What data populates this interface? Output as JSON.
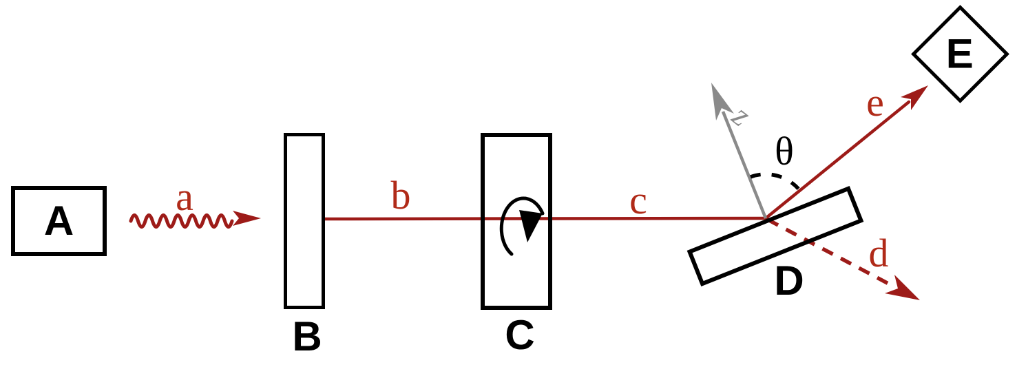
{
  "colors": {
    "beam_red": "#9d1b18",
    "ray_label_red": "#b02a18",
    "outline_black": "#000000",
    "normal_gray": "#8a8a8a",
    "background": "#ffffff"
  },
  "components": {
    "source": {
      "label": "A"
    },
    "plate": {
      "label": "B"
    },
    "rotator": {
      "label": "C"
    },
    "tilted_plate": {
      "label": "D"
    },
    "detector": {
      "label": "E"
    }
  },
  "rays": {
    "incident_wave": {
      "label": "a"
    },
    "beam_after_b": {
      "label": "b"
    },
    "beam_after_c": {
      "label": "c"
    },
    "transmitted": {
      "label": "d"
    },
    "reflected": {
      "label": "e"
    }
  },
  "annotations": {
    "surface_normal": {
      "label": "z"
    },
    "angle": {
      "label": "θ"
    }
  }
}
